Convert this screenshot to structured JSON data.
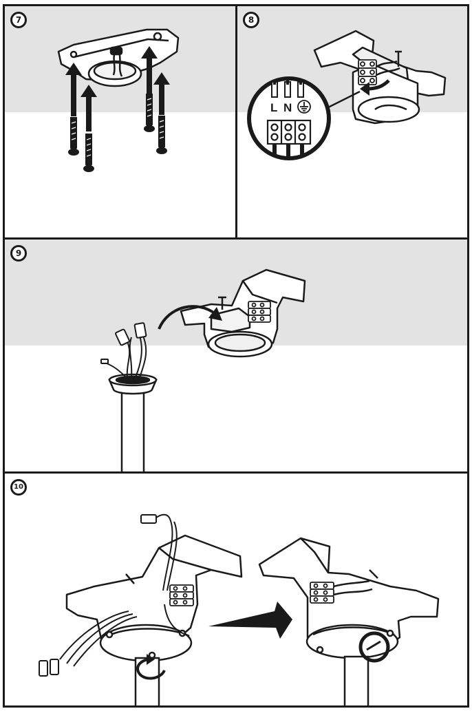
{
  "steps": [
    {
      "number": "7"
    },
    {
      "number": "8",
      "wire_labels": {
        "live": "L",
        "neutral": "N"
      },
      "earth_symbol": "earth-ground-icon"
    },
    {
      "number": "9"
    },
    {
      "number": "10"
    }
  ],
  "colors": {
    "ceiling": "#e3e3e3",
    "ink": "#1a1a1a",
    "panel_bg": "#ffffff"
  }
}
